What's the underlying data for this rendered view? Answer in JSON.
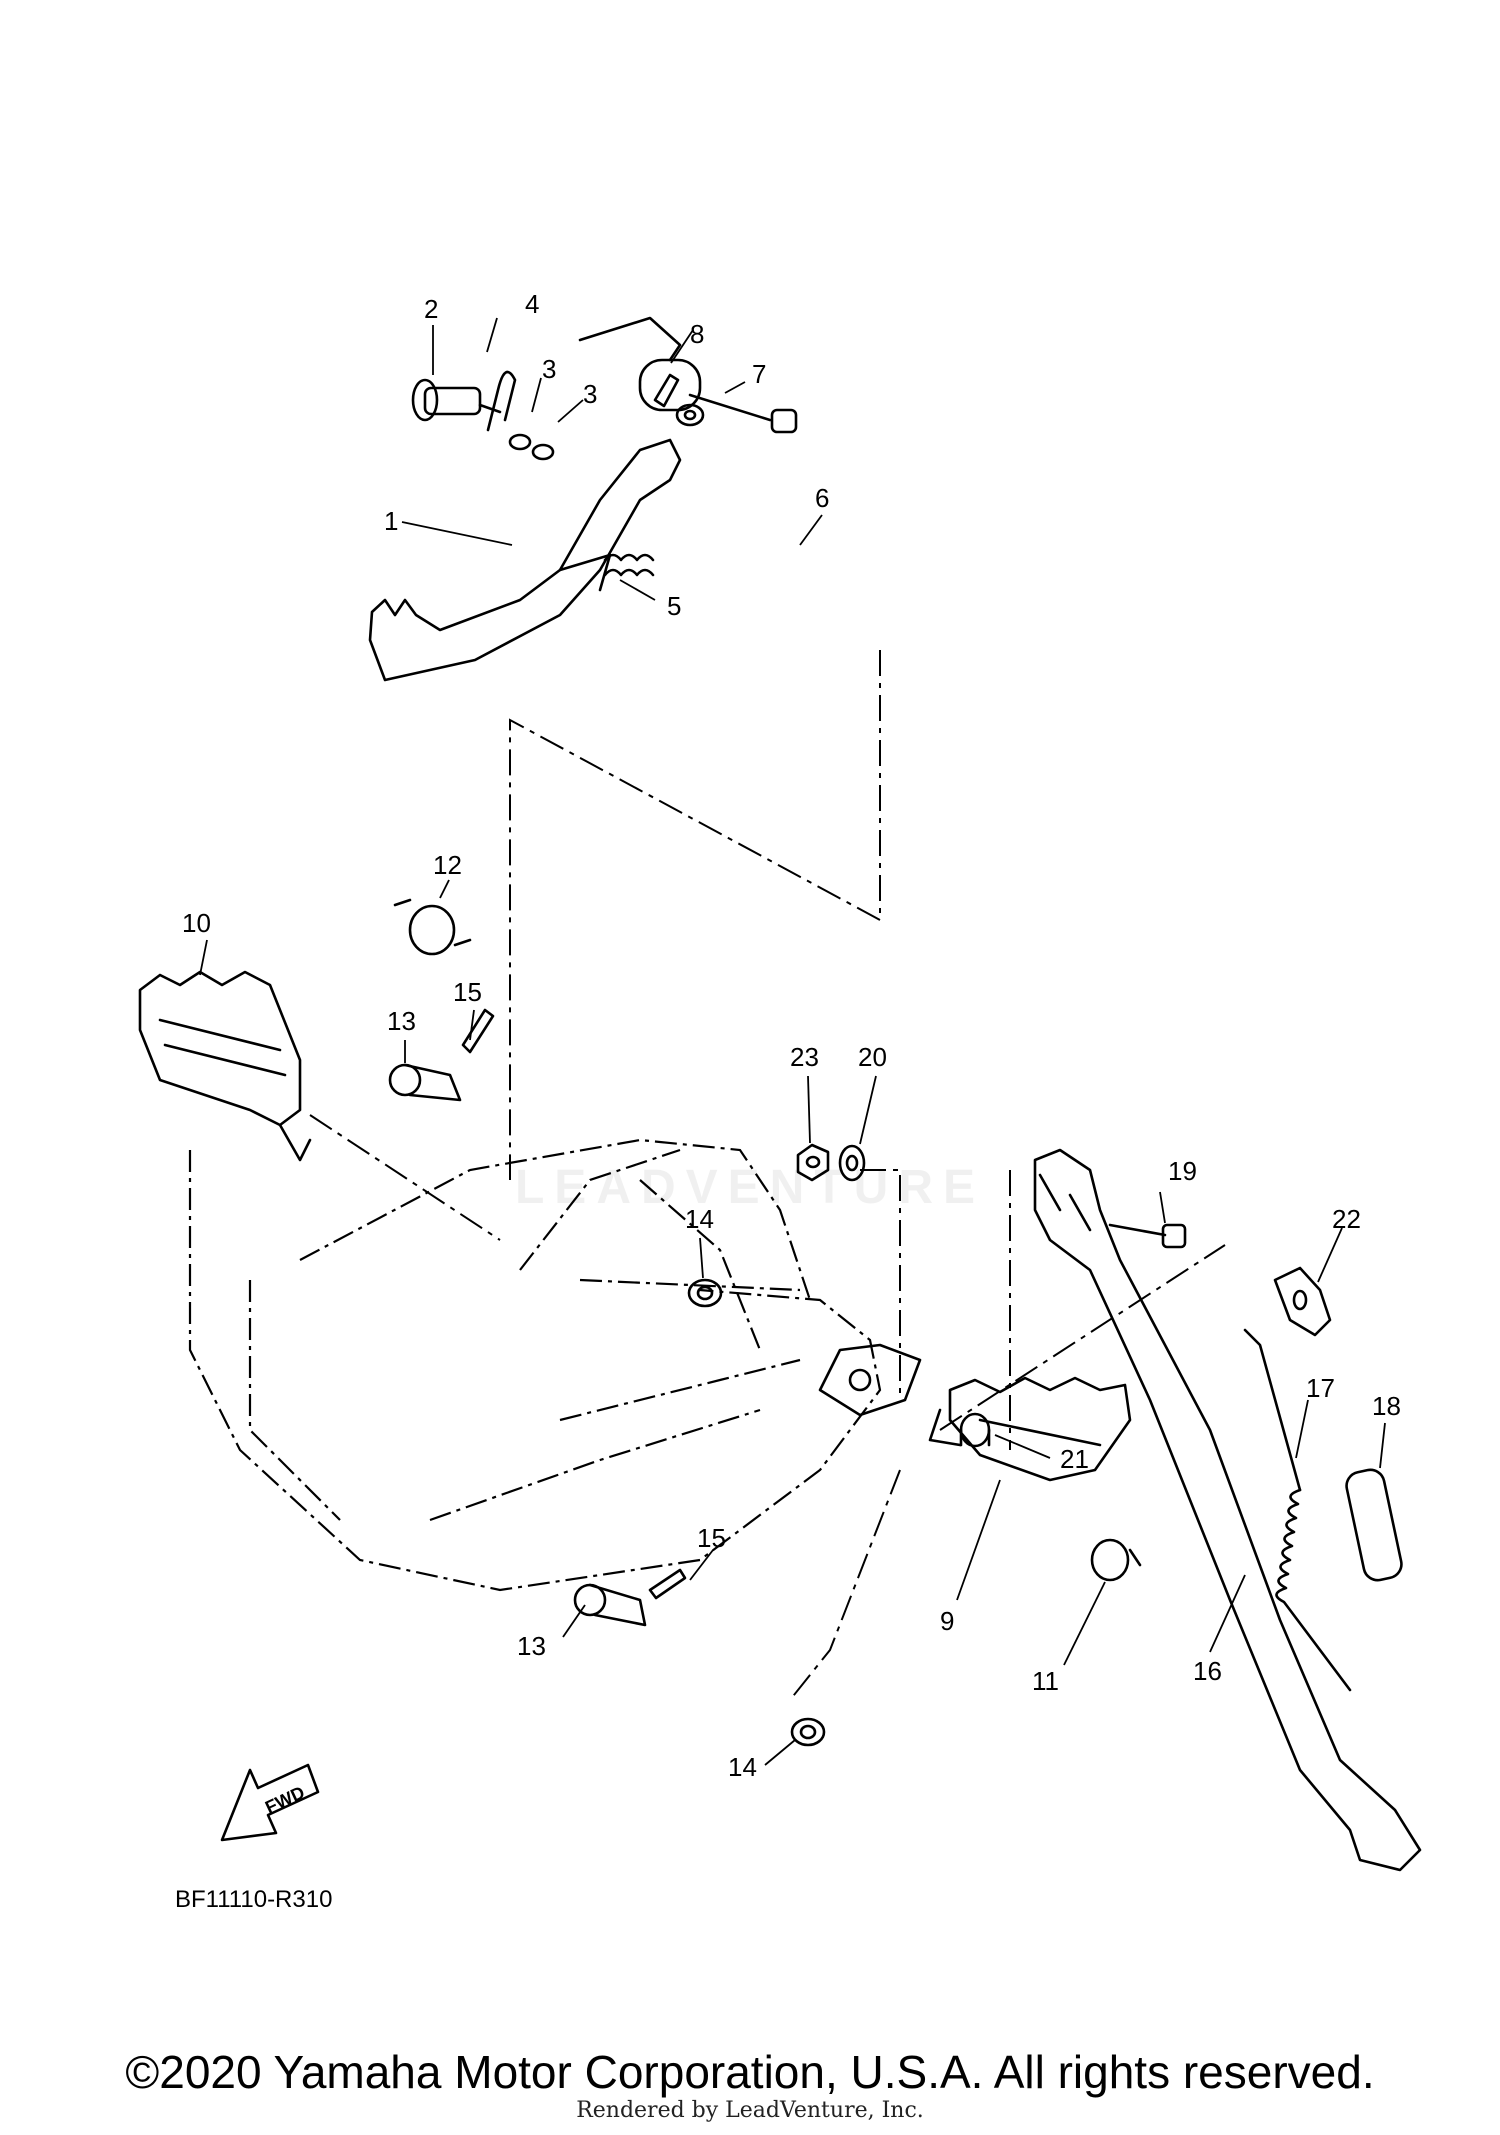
{
  "callouts": {
    "c1": "1",
    "c2": "2",
    "c3a": "3",
    "c3b": "3",
    "c4": "4",
    "c5": "5",
    "c6": "6",
    "c7": "7",
    "c8": "8",
    "c9": "9",
    "c10": "10",
    "c11": "11",
    "c12": "12",
    "c13a": "13",
    "c13b": "13",
    "c14a": "14",
    "c14b": "14",
    "c15a": "15",
    "c15b": "15",
    "c16": "16",
    "c17": "17",
    "c18": "18",
    "c19": "19",
    "c20": "20",
    "c21": "21",
    "c22": "22",
    "c23": "23"
  },
  "fwd_label": "FWD",
  "diagram_ref": "BF11110-R310",
  "watermark": "LEADVENTURE",
  "copyright": "©2020 Yamaha Motor Corporation, U.S.A. All rights reserved.",
  "rendered_by": "Rendered by LeadVenture, Inc."
}
